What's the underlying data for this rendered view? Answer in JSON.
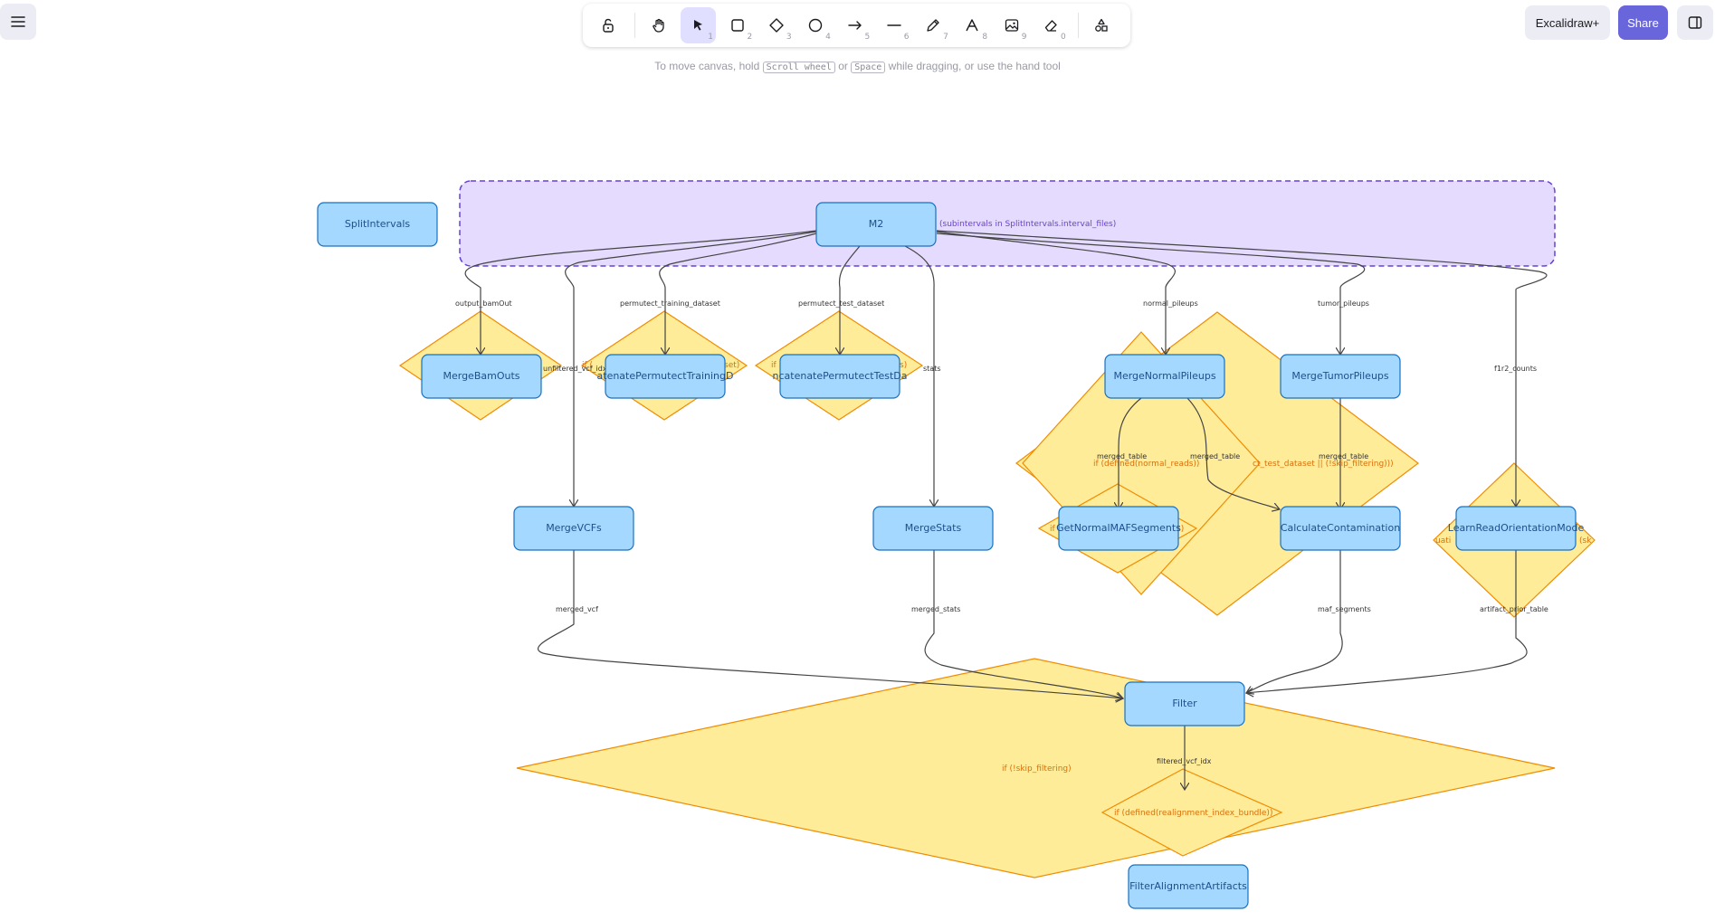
{
  "app": {
    "menu_icon": "hamburger-menu-icon",
    "tools": [
      {
        "name": "lock-tool",
        "icon": "lock-open-icon",
        "key": ""
      },
      {
        "name": "hand-tool",
        "icon": "hand-icon",
        "key": ""
      },
      {
        "name": "selection-tool",
        "icon": "cursor-icon",
        "key": "1"
      },
      {
        "name": "rectangle-tool",
        "icon": "square-icon",
        "key": "2"
      },
      {
        "name": "diamond-tool",
        "icon": "diamond-icon",
        "key": "3"
      },
      {
        "name": "ellipse-tool",
        "icon": "circle-icon",
        "key": "4"
      },
      {
        "name": "arrow-tool",
        "icon": "arrow-icon",
        "key": "5"
      },
      {
        "name": "line-tool",
        "icon": "line-icon",
        "key": "6"
      },
      {
        "name": "draw-tool",
        "icon": "pencil-icon",
        "key": "7"
      },
      {
        "name": "text-tool",
        "icon": "text-icon",
        "key": "8"
      },
      {
        "name": "image-tool",
        "icon": "image-icon",
        "key": "9"
      },
      {
        "name": "eraser-tool",
        "icon": "eraser-icon",
        "key": "0"
      },
      {
        "name": "extra-tools",
        "icon": "shapes-icon",
        "key": ""
      }
    ],
    "hint": {
      "before": "To move canvas, hold",
      "key1": "Scroll wheel",
      "or": "or",
      "key2": "Space",
      "after": "while dragging, or use the hand tool"
    },
    "plus_label": "Excalidraw+",
    "share_label": "Share",
    "colors": {
      "accent": "#6965db",
      "node_fill": "#a5d8ff",
      "node_stroke": "#1971c2",
      "cond_fill": "#ffec99",
      "cond_stroke": "#f08c00",
      "group_fill": "#e5dbff",
      "group_stroke": "#6741d9"
    }
  },
  "diagram": {
    "nodes": {
      "split_intervals": "SplitIntervals",
      "m2": "M2",
      "merge_bam_outs": "MergeBamOuts",
      "concat_training": "atenatePermutectTrainingD",
      "concat_test": "ncatenatePermutectTestDa",
      "merge_normal_pileups": "MergeNormalPileups",
      "merge_tumor_pileups": "MergeTumorPileups",
      "merge_vcfs": "MergeVCFs",
      "merge_stats": "MergeStats",
      "get_normal_maf": "GetNormalMAFSegments",
      "calc_contamination": "CalculateContamination",
      "learn_orientation": "LearnReadOrientationMode",
      "filter": "Filter",
      "filter_alignment": "FilterAlignmentArtifacts"
    },
    "group_label": "(subintervals in SplitIntervals.interval_files)",
    "edges": {
      "output_bam": "output_bamOut",
      "training_dataset": "permutect_training_dataset",
      "test_dataset": "permutect_test_dataset",
      "normal_pileups": "normal_pileups",
      "tumor_pileups": "tumor_pileups",
      "unfiltered_vcf": "unfiltered_vcf_idx",
      "stats": "stats",
      "f1r2_counts": "f1r2_counts",
      "merged_table_a": "merged_table",
      "merged_table_b": "merged_table",
      "merged_table_c": "merged_table",
      "merged_vcf": "merged_vcf",
      "merged_stats": "merged_stats",
      "maf_segments": "maf_segments",
      "artifact_table": "artifact_prior_table",
      "filtered_vcf": "filtered_vcf_idx"
    },
    "conditions": {
      "c_bam_left": "if (",
      "c_training": "set)",
      "c_test_left": "if",
      "c_test_right": "s)",
      "c_normal_reads": "if (defined(normal_reads))",
      "c_test_skip": "ct_test_dataset || (!skip_filtering)))",
      "c_getnormal_left": "if",
      "c_getnormal_right": "s)",
      "c_orient_left": "uati",
      "c_orient_right": "(sk",
      "c_skip_filtering": "if (!skip_filtering)",
      "c_realignment": "if (defined(realignment_index_bundle))"
    }
  }
}
